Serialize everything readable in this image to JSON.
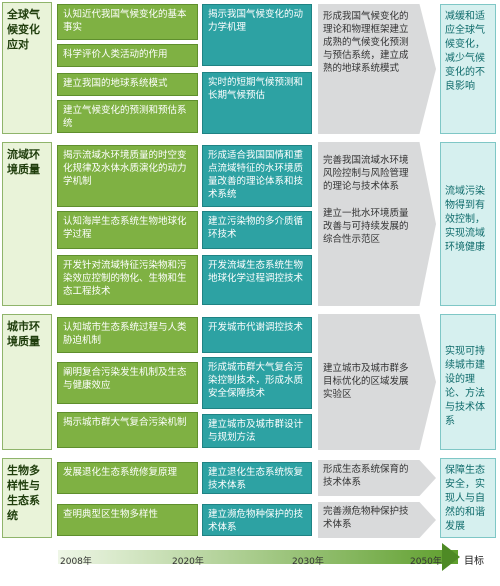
{
  "categories": {
    "climate": "全球气候变化应对",
    "water": "流域环境质量",
    "urban": "城市环境质量",
    "bio": "生物多样性与生态系统"
  },
  "science": {
    "c1": "认知近代我国气候变化的基本事实",
    "c2": "科学评价人类活动的作用",
    "c3": "建立我国的地球系统模式",
    "c4": "建立气候变化的预测和预估系统",
    "w1": "揭示流域水环境质量的时空变化规律及水体水质演化的动力学机制",
    "w2": "认知海岸生态系统生物地球化学过程",
    "w3": "开发针对流域特征污染物和污染效应控制的物化、生物和生态工程技术",
    "u1": "认知城市生态系统过程与人类胁迫机制",
    "u2": "阐明复合污染发生机制及生态与健康效应",
    "u3": "揭示城市群大气复合污染机制",
    "b1": "发展退化生态系统修复原理",
    "b2": "查明典型区生物多样性"
  },
  "tech": {
    "c1": "揭示我国气候变化的动力学机理",
    "c2": "实时的短期气候预测和长期气候预估",
    "w1": "形成适合我国国情和重点流域特征的水环境质量改善的理论体系和技术系统",
    "w2": "建立污染物的多介质循环技术",
    "w3": "开发流域生态系统生物地球化学过程调控技术",
    "u1": "开发城市代谢调控技术",
    "u2": "形成城市群大气复合污染控制技术，形成水质安全保障技术",
    "u3": "建立城市及城市群设计与规划方法",
    "b1": "建立退化生态系统恢复技术体系",
    "b2": "建立濒危物种保护的技术体系"
  },
  "systems": {
    "c1": "形成我国气候变化的理论和物理框架建立成熟的气候变化预测与预估系统，建立成熟的地球系统模式",
    "w1": "完善我国流域水环境风险控制与风险管理的理论与技术体系",
    "w2": "建立一批水环境质量改善与可持续发展的综合性示范区",
    "u1": "建立城市及城市群多目标优化的区域发展实验区",
    "b1": "形成生态系统保育的技术体系",
    "b2": "完善濒危物种保护技术体系"
  },
  "goals": {
    "climate": "减缓和适应全球气候变化，减少气候变化的不良影响",
    "water": "流域污染物得到有效控制，实现流域环境健康",
    "urban": "实现可持续城市建设的理论、方法与技术体系",
    "bio": "保障生态安全，实现人与自然的和谐发展"
  },
  "timeline": {
    "years": [
      "2008年",
      "2020年",
      "2030年",
      "2050年"
    ],
    "goal_label": "目标"
  }
}
